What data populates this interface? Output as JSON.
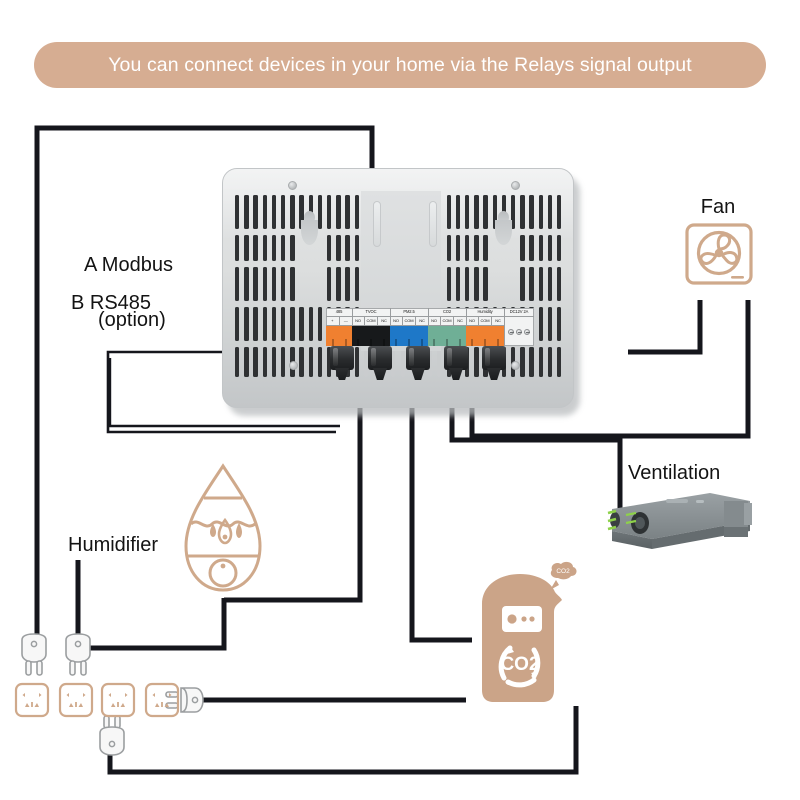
{
  "banner": {
    "text": "You can connect devices in your home via the Relays signal output",
    "bg_color": "#d6ad92",
    "text_color": "#ffffff"
  },
  "labels": {
    "modbus": "A Modbus",
    "rs485": "B RS485",
    "option": "(option)",
    "fan": "Fan",
    "ventilation": "Ventilation",
    "humidifier": "Humidifier"
  },
  "device": {
    "name": "air-quality-monitor-back-panel",
    "body_color": "#dcdede",
    "terminal_strip": {
      "groups": [
        {
          "title": "485",
          "color": "#f08030",
          "subs": [
            "+",
            "—"
          ]
        },
        {
          "title": "TVOC",
          "color": "#17191b",
          "subs": [
            "NO",
            "COM",
            "NC"
          ]
        },
        {
          "title": "PM2.5",
          "color": "#1e78c8",
          "subs": [
            "NO",
            "COM",
            "NC"
          ]
        },
        {
          "title": "CO2",
          "color": "#6faf96",
          "subs": [
            "NO",
            "COM",
            "NC"
          ]
        },
        {
          "title": "Humidity",
          "color": "#f08030",
          "subs": [
            "NO",
            "COM",
            "NC"
          ]
        },
        {
          "title": "DC12V 2A",
          "color": "#f2f3f3",
          "subs": []
        }
      ]
    }
  },
  "devices": [
    {
      "name": "fan",
      "label": "Fan",
      "color": "#cfa98b"
    },
    {
      "name": "ventilation",
      "label": "Ventilation",
      "color": "#7d8487"
    },
    {
      "name": "humidifier",
      "label": "Humidifier",
      "color": "#cfa98b"
    },
    {
      "name": "co2-generator",
      "label": "CO2",
      "color": "#cba488"
    }
  ],
  "co2_device": {
    "logo_text": "CO2",
    "bubble_text": "CO2"
  },
  "wiring": {
    "color": "#15161c",
    "accent_color": "#cfa98b"
  },
  "outlets": {
    "count": 4,
    "color": "#cfa98b"
  },
  "plugs": {
    "count": 3,
    "color": "#f4f4f4",
    "outline": "#9b9ea0"
  }
}
